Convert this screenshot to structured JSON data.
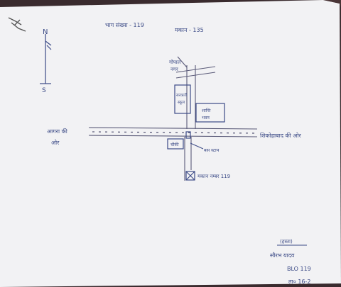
{
  "sheet": {
    "header_left": "भाग संख्या - 119",
    "header_right": "मकान - 135"
  },
  "compass": {
    "north": "N",
    "south": "S"
  },
  "roads": {
    "west_label_line1": "आगरा की",
    "west_label_line2": "ओर",
    "east_label": "शिकोहाबाद की ओर",
    "north_label_line1": "गोपाल",
    "north_label_line2": "नगर"
  },
  "landmarks": {
    "box_upper": "सरकारी",
    "box_upper_line2": "स्कूल",
    "box_right_line1": "शान्ति",
    "box_right_line2": "भवन",
    "box_small": "चौकी",
    "label_near_junction": "बस स्टाप",
    "destination": "मकान नम्बर 119"
  },
  "signature": {
    "line1": "(हस्ता)",
    "line2": "सौरभ यादव",
    "line3": "BLO 119",
    "line4": "ता० 16-2"
  },
  "colors": {
    "ink": "#3b4a86",
    "paper": "#f2f2f4",
    "background": "#3a2b2e"
  }
}
